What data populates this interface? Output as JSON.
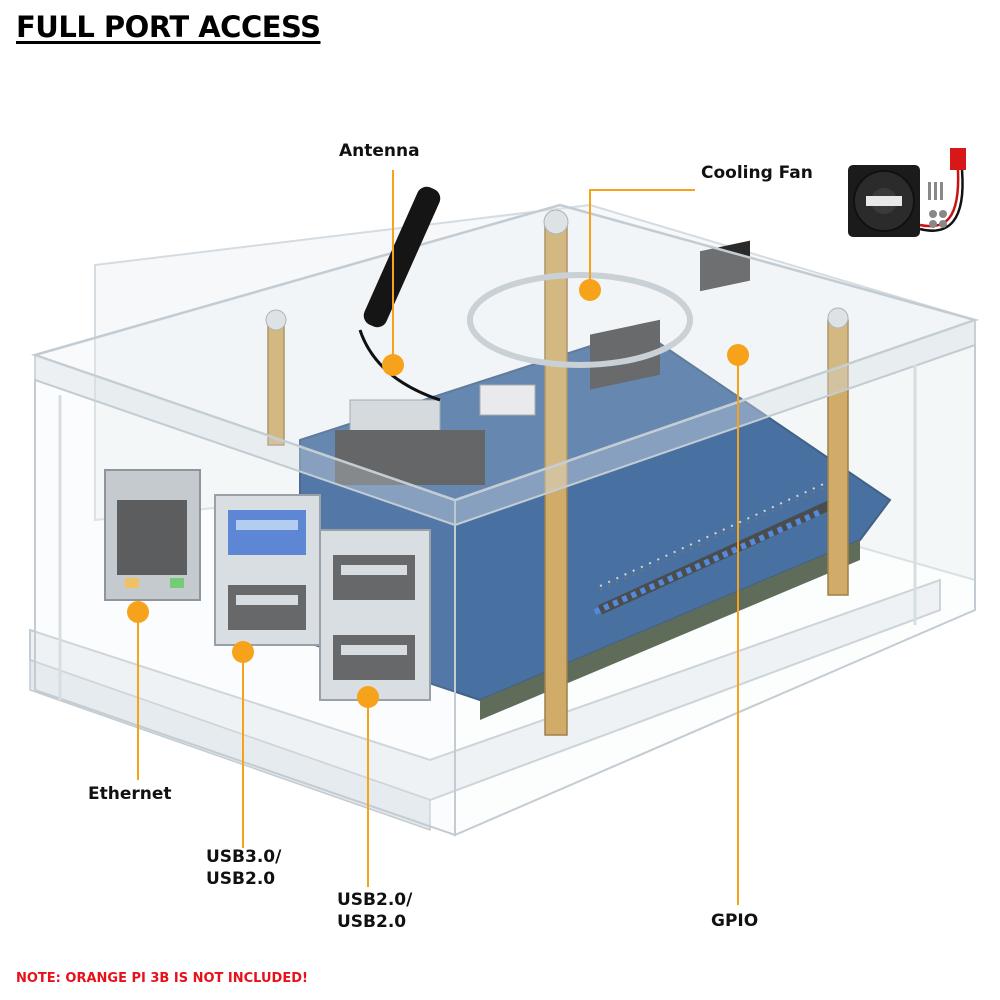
{
  "title": "FULL PORT ACCESS",
  "labels": {
    "antenna": "Antenna",
    "cooling_fan": "Cooling Fan",
    "ethernet": "Ethernet",
    "usb30_line1": "USB3.0/",
    "usb30_line2": "USB2.0",
    "usb20_line1": "USB2.0/",
    "usb20_line2": "USB2.0",
    "gpio": "GPIO"
  },
  "note": "NOTE: ORANGE PI 3B IS NOT INCLUDED!",
  "colors": {
    "callout": "#f7a21b",
    "note": "#e8101a",
    "board": "#1f4f8c",
    "standoff": "#c89a45",
    "acrylic_edge": "#cfd8de"
  }
}
